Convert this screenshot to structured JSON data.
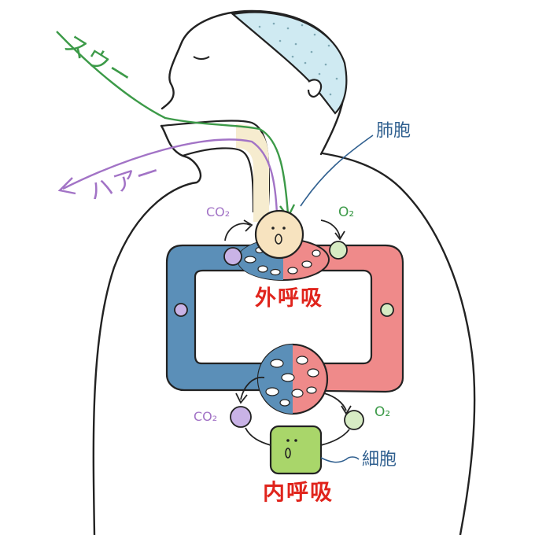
{
  "labels": {
    "inhale": "スウー",
    "exhale": "ハアー",
    "alveolus": "肺胞",
    "cell": "細胞",
    "external_respiration": "外呼吸",
    "internal_respiration": "内呼吸",
    "co2_top": "CO₂",
    "o2_top": "O₂",
    "co2_bottom": "CO₂",
    "o2_bottom": "O₂"
  },
  "colors": {
    "outline": "#222222",
    "hair": "#cfeaf2",
    "venous_blue": "#5b8fb8",
    "arterial_red": "#ef8a8a",
    "alveolus_face": "#f7e3bf",
    "cell_green": "#a9d66a",
    "co2_purple": "#c9b3e6",
    "o2_green": "#d7ecc4",
    "inhale_green": "#3c9a48",
    "exhale_purple": "#a273c6",
    "label_red": "#e0241c",
    "label_blue": "#2f5f8f"
  }
}
